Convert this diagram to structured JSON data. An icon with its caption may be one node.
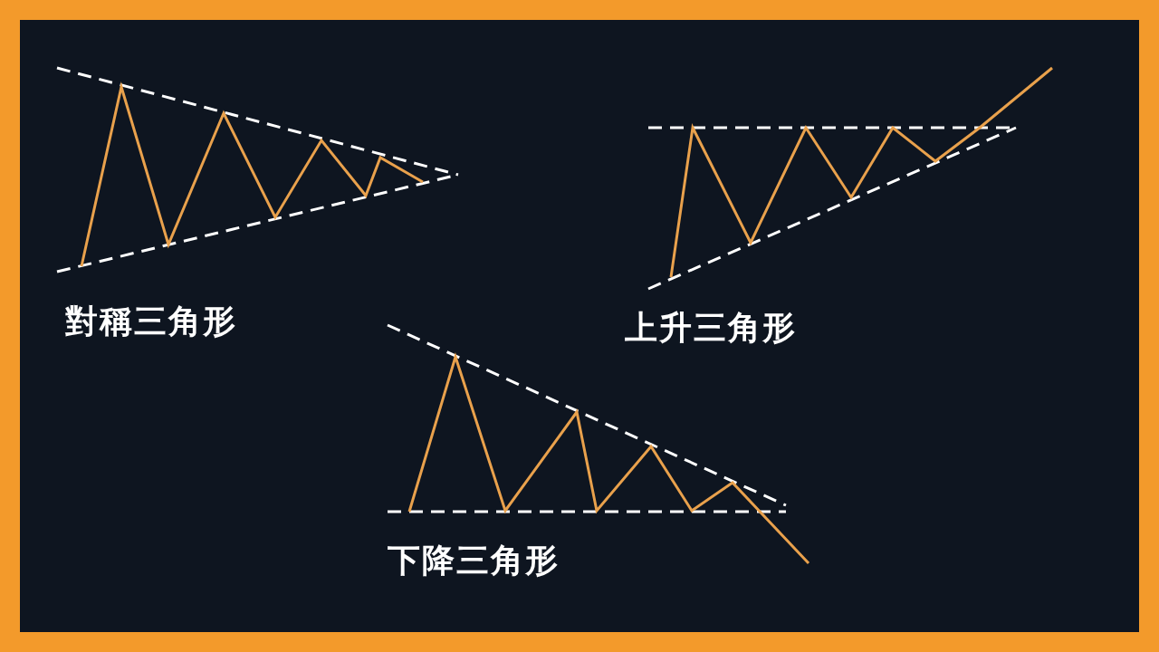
{
  "diagram": {
    "labels": [
      "對稱三角形",
      "上升三角形",
      "下降三角形"
    ]
  }
}
